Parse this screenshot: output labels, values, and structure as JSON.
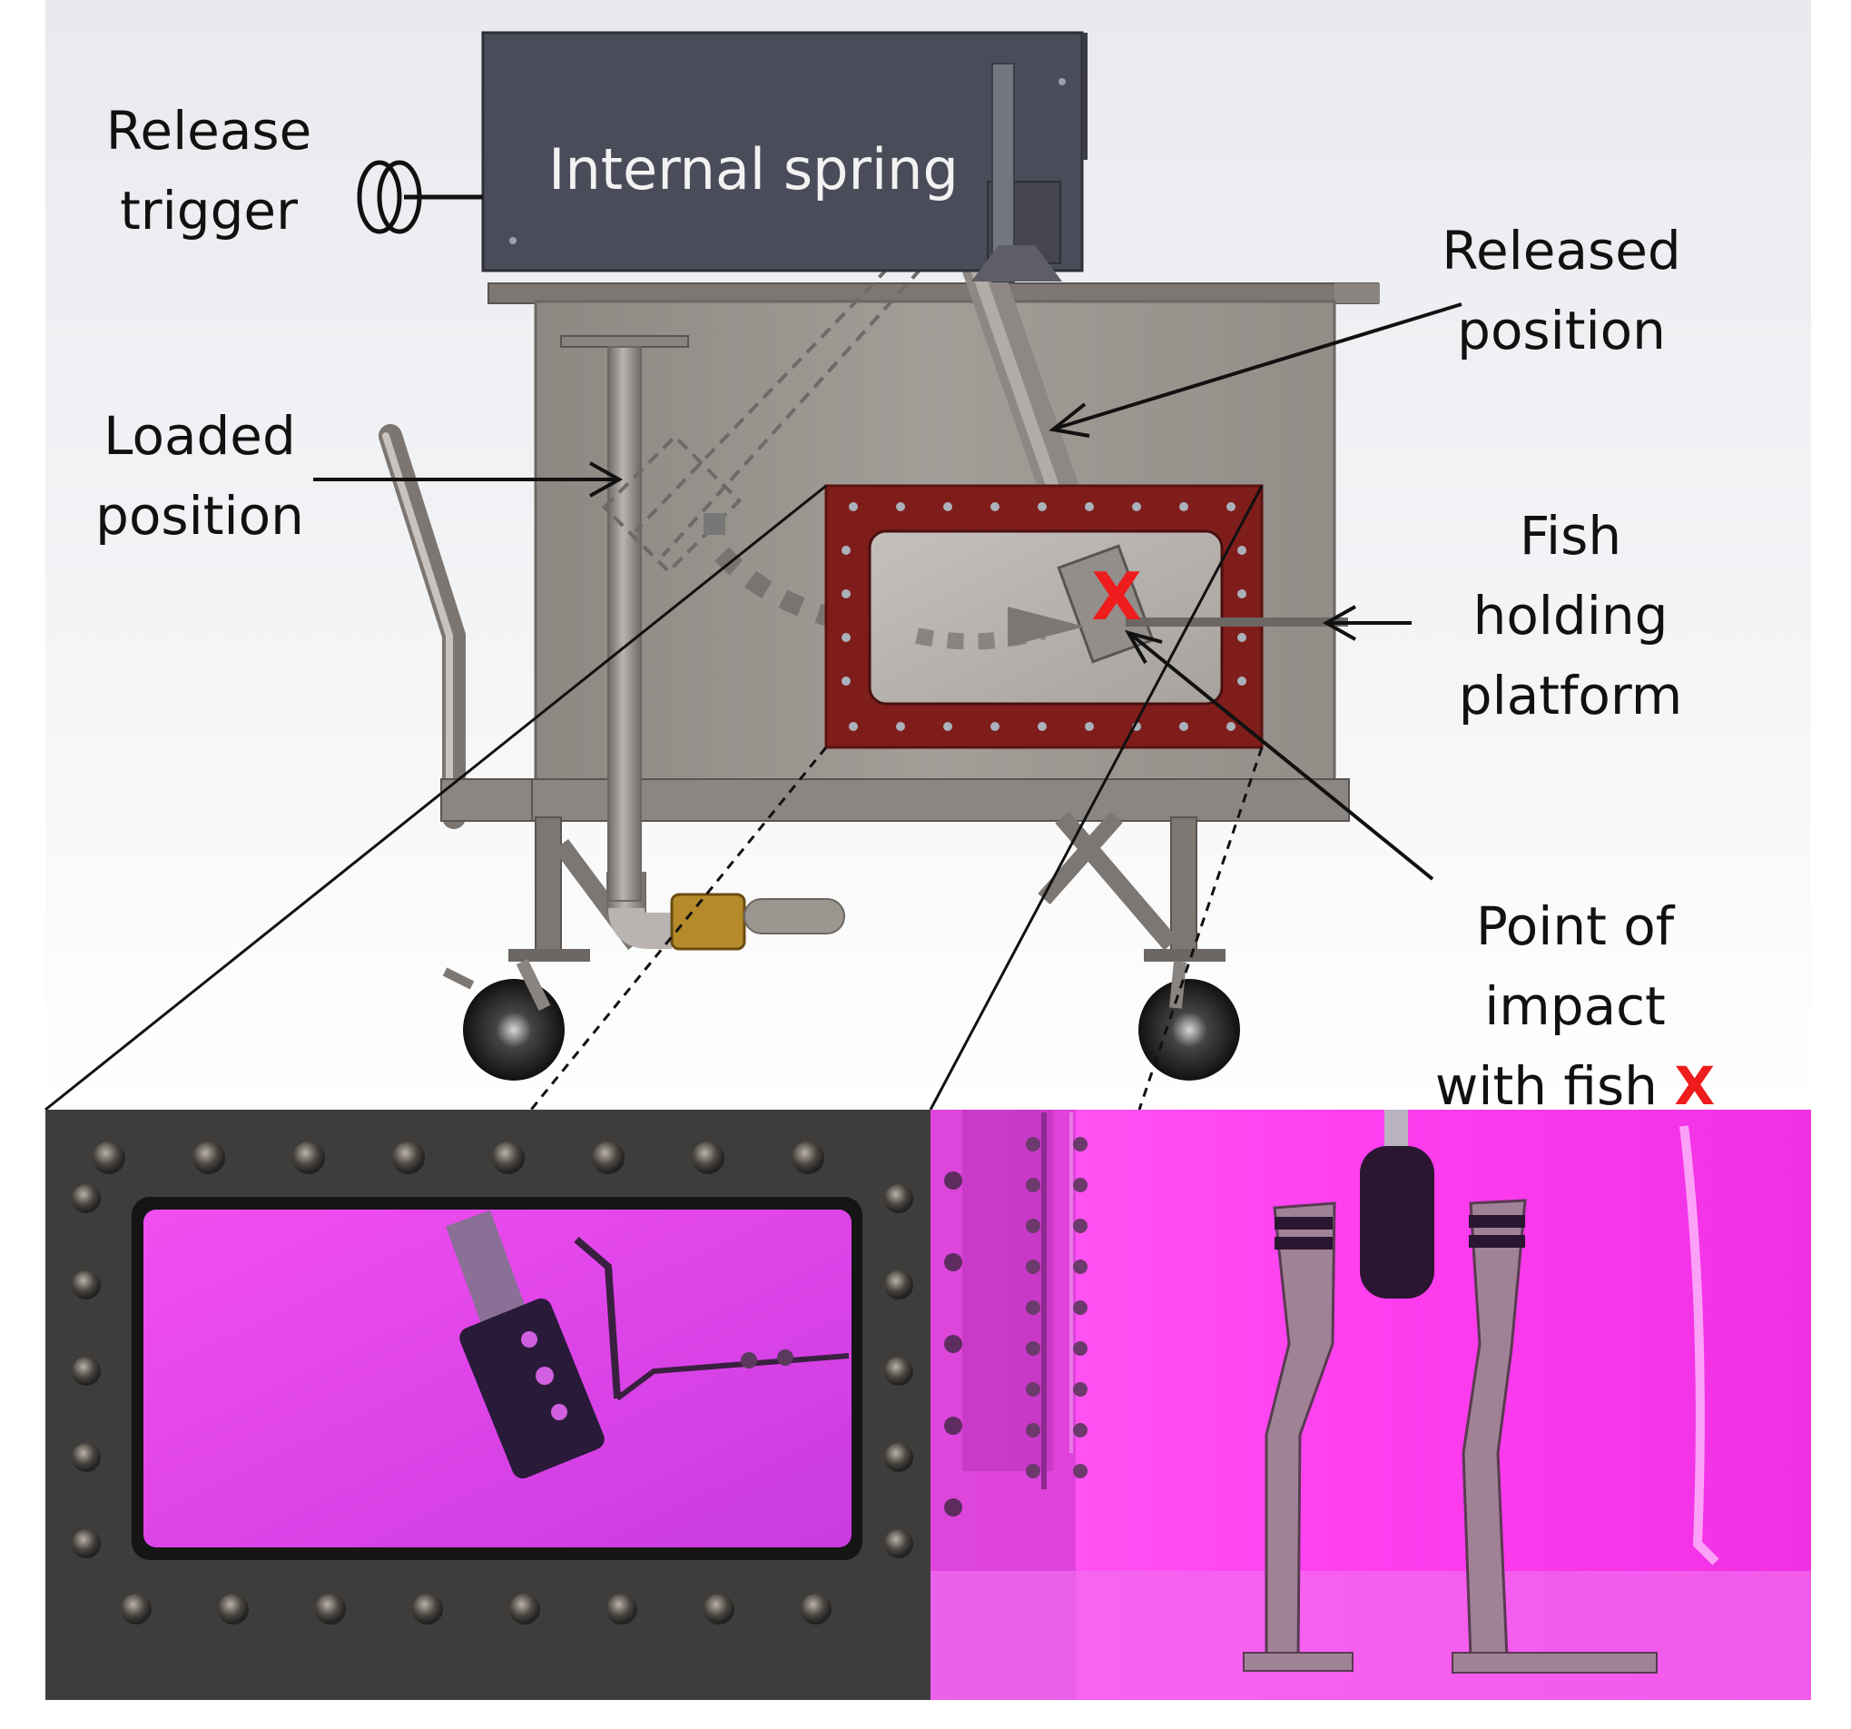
{
  "labels": {
    "release_trigger": "Release\ntrigger",
    "internal_spring": "Internal spring",
    "loaded_position": "Loaded\nposition",
    "released_position": "Released\nposition",
    "fish_holding_platform": "Fish\nholding\nplatform",
    "point_of_impact": "Point of\nimpact\nwith fish",
    "impact_marker": "X"
  },
  "colors": {
    "housing": "#4b4c5a",
    "tank": "#9a948f",
    "window_frame": "#7f1d1a",
    "impact_marker": "#ee1c1c",
    "photo_magenta": "#ff3cf0"
  }
}
